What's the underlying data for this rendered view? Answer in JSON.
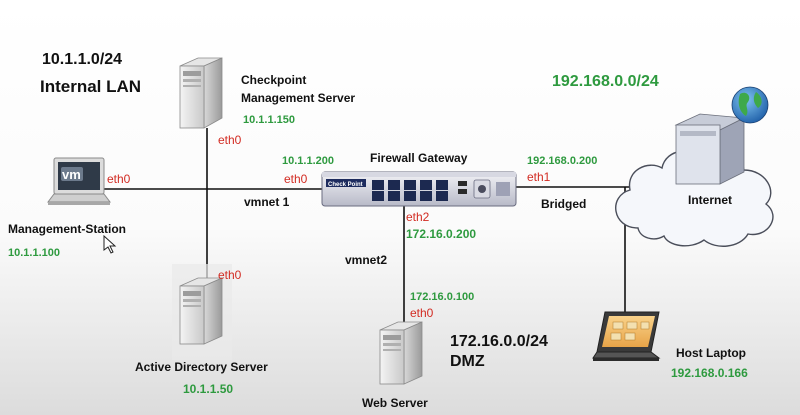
{
  "colors": {
    "green": "#2e9a3f",
    "red": "#d22b22",
    "text": "#111111",
    "line": "#111111"
  },
  "subnets": {
    "internal_ip": "10.1.1.0/24",
    "internal_name": "Internal LAN",
    "external_ip": "192.168.0.0/24",
    "dmz_ip": "172.16.0.0/24",
    "dmz_name": "DMZ"
  },
  "nodes": {
    "mgmt_server": {
      "name_line1": "Checkpoint",
      "name_line2": "Management Server",
      "ip": "10.1.1.150",
      "iface": "eth0",
      "icon": "server-icon"
    },
    "mgmt_station": {
      "name": "Management-Station",
      "ip": "10.1.1.100",
      "iface": "eth0",
      "icon": "laptop-icon",
      "logo": "vm"
    },
    "firewall": {
      "name": "Firewall Gateway",
      "brand": "Check Point",
      "icon": "firewall-appliance-icon",
      "eth0_ip": "10.1.1.200",
      "eth0": "eth0",
      "eth1_ip": "192.168.0.200",
      "eth1": "eth1",
      "eth2": "eth2",
      "eth2_ip": "172.16.0.200"
    },
    "internet": {
      "name": "Internet",
      "icon": "cloud-server-icon"
    },
    "ad_server": {
      "name": "Active Directory Server",
      "ip": "10.1.1.50",
      "iface": "eth0",
      "icon": "server-icon"
    },
    "web_server": {
      "name": "Web Server",
      "ip": "172.16.0.100",
      "iface": "eth0",
      "icon": "server-icon"
    },
    "host_laptop": {
      "name": "Host Laptop",
      "ip": "192.168.0.166",
      "icon": "laptop-icon"
    }
  },
  "links": {
    "vmnet1": "vmnet 1",
    "vmnet2": "vmnet2",
    "bridged": "Bridged"
  }
}
